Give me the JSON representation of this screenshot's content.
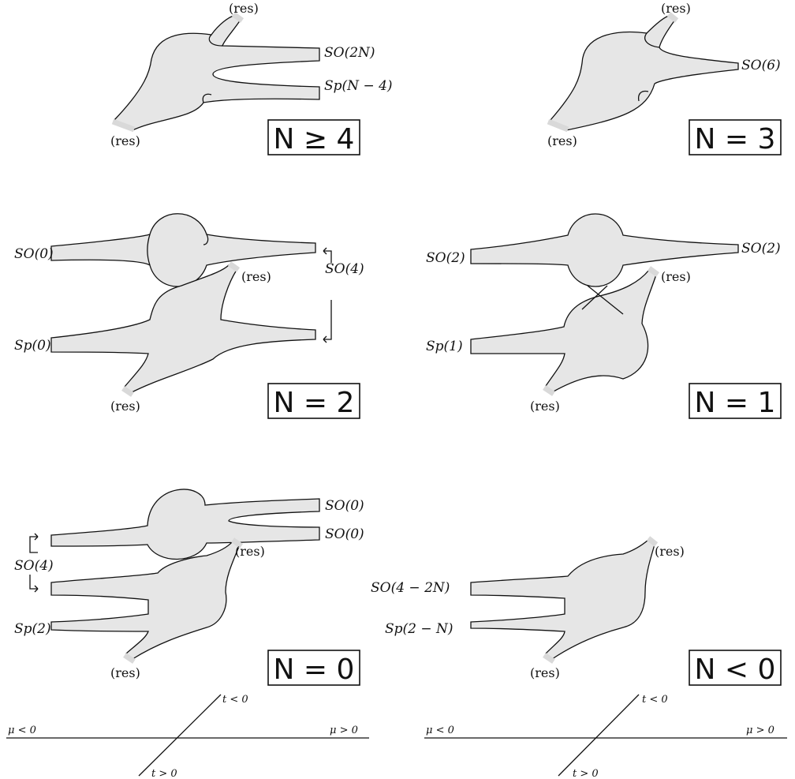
{
  "panels": {
    "n_ge_4": {
      "box": "N ≥ 4",
      "res_top": "(res)",
      "res_bottom": "(res)",
      "label_1": "SO(2N)",
      "label_2": "Sp(N − 4)"
    },
    "n_eq_3": {
      "box": "N = 3",
      "res_top": "(res)",
      "res_bottom": "(res)",
      "label_1": "SO(6)"
    },
    "n_eq_2": {
      "box": "N = 2",
      "res_top": "(res)",
      "res_bottom": "(res)",
      "left_top": "SO(0)",
      "left_bottom": "Sp(0)",
      "right": "SO(4)"
    },
    "n_eq_1": {
      "box": "N = 1",
      "res_top": "(res)",
      "res_bottom": "(res)",
      "left_top": "SO(2)",
      "right_top": "SO(2)",
      "left_bottom": "Sp(1)"
    },
    "n_eq_0": {
      "box": "N = 0",
      "res_top": "(res)",
      "res_bottom": "(res)",
      "right_1": "SO(0)",
      "right_2": "SO(0)",
      "left_mid": "SO(4)",
      "left_bottom": "Sp(2)"
    },
    "n_lt_0": {
      "box": "N < 0",
      "res_top": "(res)",
      "res_bottom": "(res)",
      "left_1": "SO(4 − 2N)",
      "left_2": "Sp(2 − N)"
    }
  },
  "axes": {
    "left": {
      "mu_neg": "μ < 0",
      "mu_pos": "μ > 0",
      "t_neg": "t < 0",
      "t_pos": "t > 0"
    },
    "right": {
      "mu_neg": "μ < 0",
      "mu_pos": "μ > 0",
      "t_neg": "t < 0",
      "t_pos": "t > 0"
    }
  }
}
